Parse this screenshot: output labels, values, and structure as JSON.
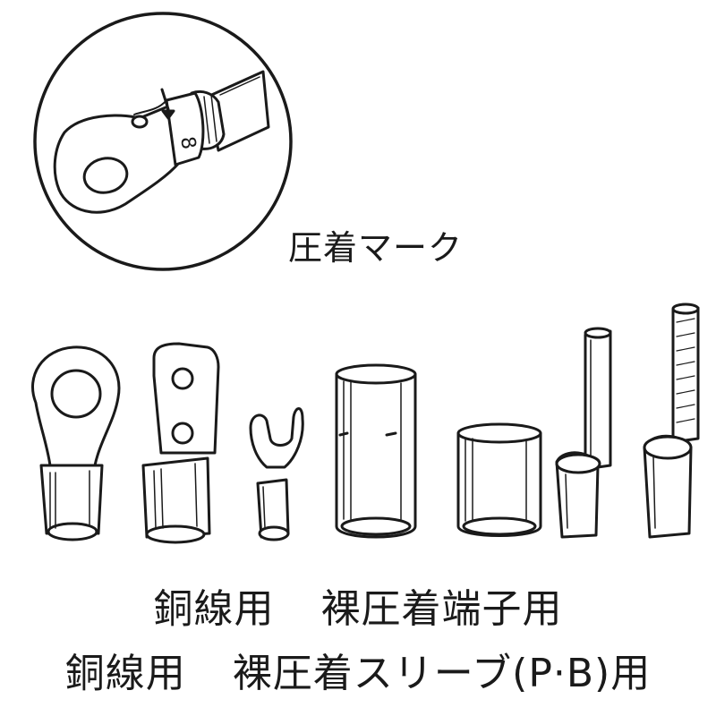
{
  "zoom_inset": {
    "label": "圧着マーク",
    "mark_number": "8"
  },
  "captions": [
    {
      "material": "銅線用",
      "product": "裸圧着端子用"
    },
    {
      "material": "銅線用",
      "product": "裸圧着スリーブ(P·B)用"
    }
  ]
}
